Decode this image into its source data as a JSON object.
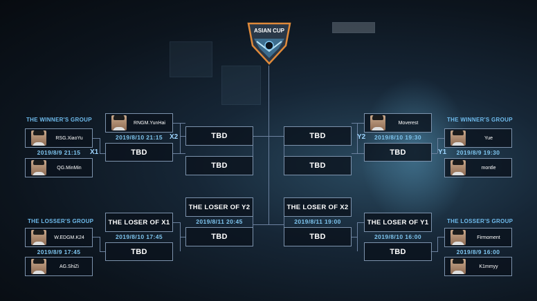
{
  "logo": {
    "text": "ASIAN CUP"
  },
  "groups": {
    "winner_left": "THE WINNER'S GROUP",
    "loser_left": "THE LOSSER'S GROUP",
    "winner_right": "THE WINNER'S GROUP",
    "loser_right": "THE LOSSER'S GROUP"
  },
  "players": {
    "xiaoyu": "RSG.XiaoYu",
    "minmin": "QG.MinMin",
    "yunhai": "RNGM.YunHai",
    "edgm": "W.EDGM.K24",
    "shizi": "AG.ShiZi",
    "moverest": "Moverest",
    "yue": "Yue",
    "montle": "montle",
    "firmoment": "Firmoment",
    "klmmyy": "K1mmyy"
  },
  "dates": {
    "x1": "2019/8/9  21:15",
    "x2": "2019/8/10  21:15",
    "lx_left": "2019/8/9  17:45",
    "lx1": "2019/8/10  17:45",
    "ly2": "2019/8/11  20:45",
    "lx2": "2019/8/11  19:00",
    "y2": "2019/8/10  19:30",
    "y1": "2019/8/9  19:30",
    "ly1": "2019/8/10  16:00",
    "ly_right": "2019/8/9  16:00"
  },
  "match_ids": {
    "x1": "X1",
    "x2": "X2",
    "y1": "Y1",
    "y2": "Y2"
  },
  "labels": {
    "tbd": "TBD",
    "loser_x1": "THE LOSER OF X1",
    "loser_y2": "THE LOSER OF Y2",
    "loser_x2": "THE LOSER OF X2",
    "loser_y1": "THE LOSER OF Y1"
  },
  "colors": {
    "accent": "#7fc6f0",
    "border": "#7d93ad"
  }
}
